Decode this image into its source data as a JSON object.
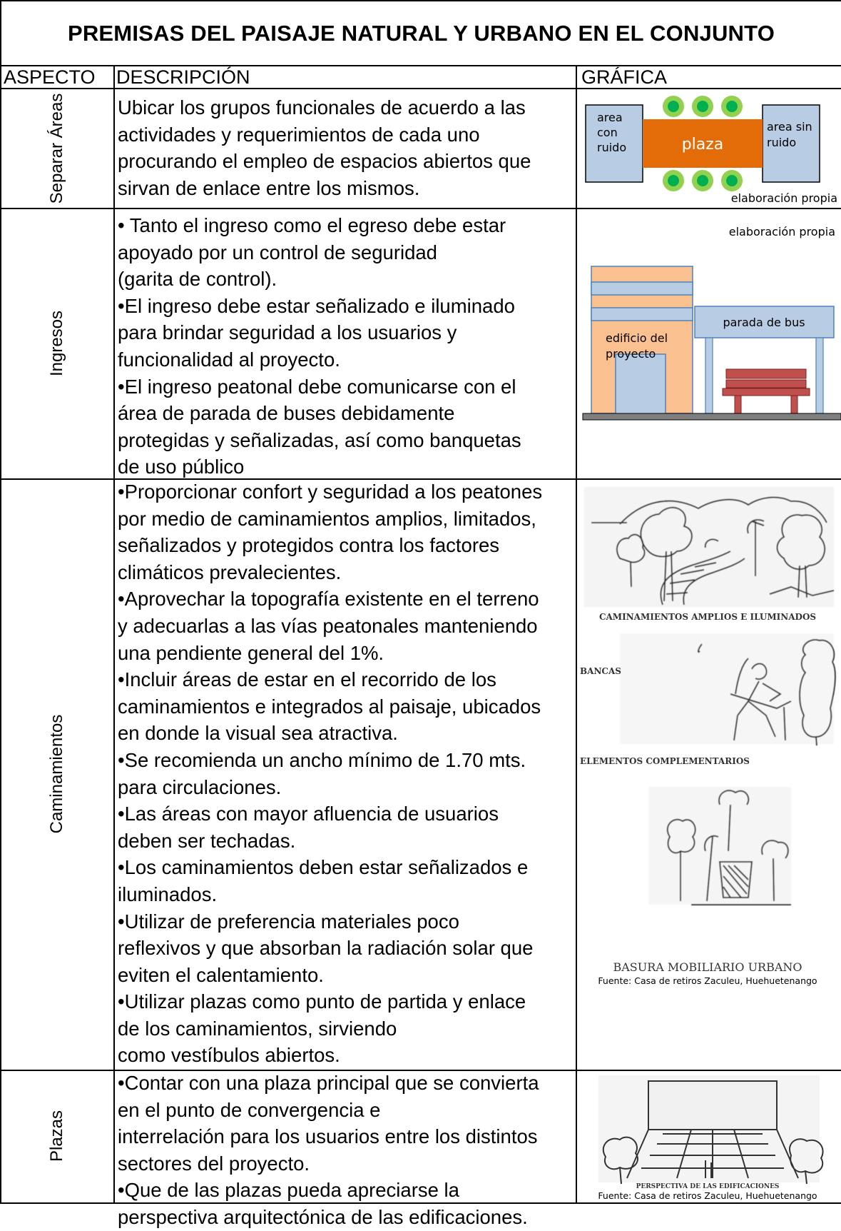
{
  "title": "PREMISAS DEL PAISAJE NATURAL Y URBANO EN EL CONJUNTO",
  "headers": {
    "aspecto": "ASPECTO",
    "descripcion": "DESCRIPCIÓN",
    "grafica": "GRÁFICA"
  },
  "rows": [
    {
      "aspect": "Separar Áreas",
      "lines": [
        "Ubicar los grupos funcionales de acuerdo a las",
        "actividades y requerimientos de cada uno",
        "procurando el empleo de espacios abiertos que",
        "sirvan de enlace entre los mismos."
      ]
    },
    {
      "aspect": "Ingresos",
      "lines": [
        "• Tanto el ingreso como el egreso debe estar",
        "apoyado por un control de seguridad",
        "(garita de control).",
        "•El ingreso debe estar señalizado e iluminado",
        "para brindar seguridad a los usuarios y",
        "funcionalidad al proyecto.",
        "•El ingreso peatonal debe comunicarse con el",
        "área de parada de buses debidamente",
        "protegidas y señalizadas, así como banquetas",
        "de uso público"
      ]
    },
    {
      "aspect": "Caminamientos",
      "lines": [
        "•Proporcionar confort y seguridad a los peatones",
        "por medio de caminamientos amplios, limitados,",
        "señalizados y protegidos contra los factores",
        "climáticos prevalecientes.",
        "•Aprovechar la topografía existente en el terreno",
        "y adecuarlas a las vías peatonales manteniendo",
        "una pendiente general del 1%.",
        "•Incluir áreas de estar en el recorrido de los",
        "caminamientos e integrados al paisaje, ubicados",
        "en donde la visual sea atractiva.",
        "•Se recomienda un ancho mínimo de 1.70 mts.",
        "para circulaciones.",
        "•Las áreas con mayor afluencia de usuarios",
        "deben ser techadas.",
        "•Los caminamientos deben estar señalizados e",
        "iluminados.",
        "•Utilizar de preferencia materiales poco",
        "reflexivos y que absorban la radiación solar que",
        "eviten el calentamiento.",
        "•Utilizar plazas como punto de partida y enlace",
        "de los caminamientos, sirviendo",
        "como vestíbulos abiertos."
      ]
    },
    {
      "aspect": "Plazas",
      "lines": [
        "•Contar con una plaza principal que se convierta",
        "en el punto de convergencia e",
        "interrelación para los usuarios entre los distintos",
        "sectores del proyecto.",
        "•Que de las plazas pueda apreciarse la",
        "perspectiva arquitectónica de las edificaciones."
      ]
    }
  ],
  "graphics": {
    "separar": {
      "left_block": [
        "area",
        "con",
        "ruido"
      ],
      "center": "plaza",
      "right_block": [
        "area sin",
        "ruido"
      ],
      "caption": "elaboración propia",
      "colors": {
        "block": "#b8cce4",
        "plaza": "#e36c09",
        "tree": "#92d050",
        "tree_center": "#00b050"
      }
    },
    "ingresos": {
      "caption": "elaboración propia",
      "building_label": [
        "edificio del",
        "proyecto"
      ],
      "bus_label": "parada de bus",
      "colors": {
        "building": "#fac090",
        "blue": "#b8cce4",
        "bench": "#c0504d",
        "ground": "#7f7f7f"
      }
    },
    "caminamientos": {
      "caption1": "CAMINAMIENTOS  AMPLIOS E  ILUMINADOS",
      "label_bancas": "BANCAS",
      "caption2": "ELEMENTOS  COMPLEMENTARIOS",
      "caption3": "BASURA MOBILIARIO   URBANO",
      "source": "Fuente:  Casa de retiros  Zaculeu, Huehuetenango"
    },
    "plazas": {
      "caption": "PERSPECTIVA  DE LAS  EDIFICACIONES",
      "source": "Fuente:  Casa de retiros  Zaculeu, Huehuetenango"
    }
  }
}
